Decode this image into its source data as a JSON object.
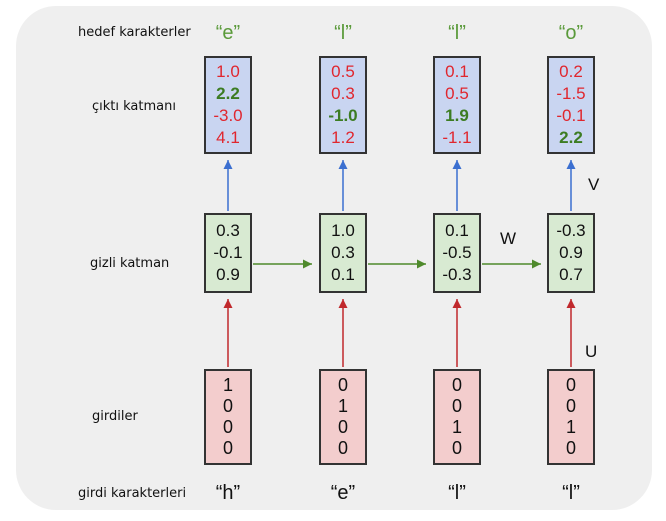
{
  "labels": {
    "targets": "hedef karakterler",
    "output": "çıktı katmanı",
    "hidden": "gizli katman",
    "inputs": "girdiler",
    "input_chars": "girdi karakterleri"
  },
  "weights": {
    "w": "W",
    "v": "V",
    "u": "U"
  },
  "steps": [
    {
      "target": "“e”",
      "input_char": "“h”",
      "output": [
        {
          "v": "1.0"
        },
        {
          "v": "2.2",
          "hl": true
        },
        {
          "v": "-3.0"
        },
        {
          "v": "4.1"
        }
      ],
      "hidden": [
        "0.3",
        "-0.1",
        "0.9"
      ],
      "input": [
        "1",
        "0",
        "0",
        "0"
      ]
    },
    {
      "target": "“l”",
      "input_char": "“e”",
      "output": [
        {
          "v": "0.5"
        },
        {
          "v": "0.3"
        },
        {
          "v": "-1.0",
          "hl": true
        },
        {
          "v": "1.2"
        }
      ],
      "hidden": [
        "1.0",
        "0.3",
        "0.1"
      ],
      "input": [
        "0",
        "1",
        "0",
        "0"
      ]
    },
    {
      "target": "“l”",
      "input_char": "“l”",
      "output": [
        {
          "v": "0.1"
        },
        {
          "v": "0.5"
        },
        {
          "v": "1.9",
          "hl": true
        },
        {
          "v": "-1.1"
        }
      ],
      "hidden": [
        "0.1",
        "-0.5",
        "-0.3"
      ],
      "input": [
        "0",
        "0",
        "1",
        "0"
      ]
    },
    {
      "target": "“o”",
      "input_char": "“l”",
      "output": [
        {
          "v": "0.2"
        },
        {
          "v": "-1.5"
        },
        {
          "v": "-0.1"
        },
        {
          "v": "2.2",
          "hl": true
        }
      ],
      "hidden": [
        "-0.3",
        "0.9",
        "0.7"
      ],
      "input": [
        "0",
        "0",
        "1",
        "0"
      ]
    }
  ],
  "colors": {
    "target_text": "#5a9a3a",
    "output_fill": "#c9d5f1",
    "hidden_fill": "#d8ead2",
    "input_fill": "#f3cdcd",
    "arrow_v": "#3b6fd0",
    "arrow_w": "#4f8a2c",
    "arrow_u": "#c0282c"
  }
}
